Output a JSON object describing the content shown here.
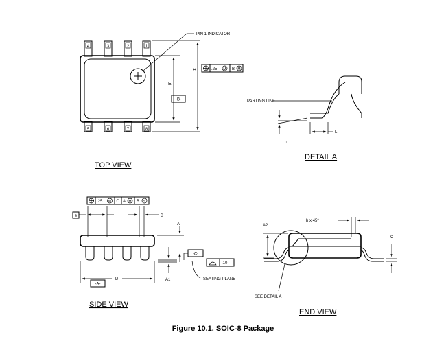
{
  "top_view": {
    "title": "TOP VIEW",
    "pin1_indicator": "PIN 1 INDICATOR",
    "pins_top": [
      "4",
      "3",
      "2",
      "1"
    ],
    "pins_bottom": [
      "5",
      "6",
      "7",
      "8"
    ],
    "dim_h": "H",
    "dim_e": "E",
    "datum_b": "-B-",
    "tol_h_value": ".25",
    "tol_h_mod": "M",
    "tol_h_datum": "B",
    "tol_h_datum_mod": "M"
  },
  "detail_a": {
    "title": "DETAIL  A",
    "parting_line": "PARTING LINE",
    "dim_l": "L",
    "angle": "α"
  },
  "side_view": {
    "title": "SIDE  VIEW",
    "tol_value": ".25",
    "tol_mod": "M",
    "tol_c": "C",
    "tol_a": "A",
    "tol_a_mod": "M",
    "tol_b": "B",
    "tol_b_mod": "S",
    "dim_e_small": "e",
    "dim_b": "B",
    "dim_a": "A",
    "dim_a1": "A1",
    "dim_d": "D",
    "datum_a": "-A-",
    "datum_c": "-C-",
    "flatness": ".10",
    "seating_plane": "SEATING PLANE"
  },
  "end_view": {
    "title": "END  VIEW",
    "chamfer": "h x 45°",
    "dim_a2": "A2",
    "dim_c": "C",
    "see_detail": "SEE DETAIL A"
  },
  "caption": "Figure 10.1.  SOIC-8 Package"
}
